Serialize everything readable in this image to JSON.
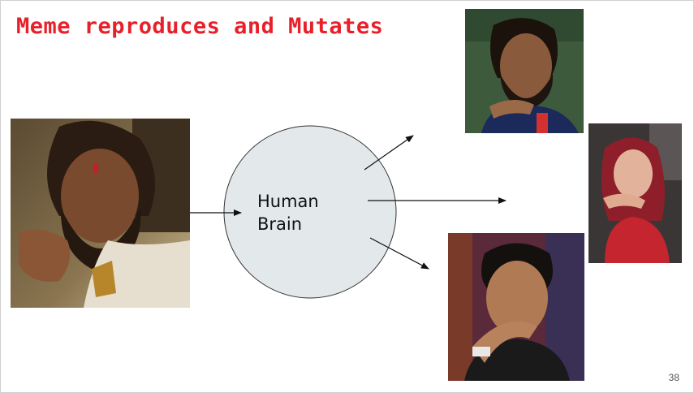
{
  "slide": {
    "title": "Meme reproduces and Mutates",
    "page_number": "38",
    "brain_label_line1": "Human",
    "brain_label_line2": "Brain"
  },
  "colors": {
    "title": "#e8202a",
    "brain_fill": "#e3e9eb",
    "arrow": "#111111"
  },
  "images": {
    "source": "movie-still-icon",
    "variant_top": "cricketer-chin-gesture-icon",
    "variant_right": "woman-chin-gesture-icon",
    "variant_bottom": "man-chin-gesture-icon"
  }
}
